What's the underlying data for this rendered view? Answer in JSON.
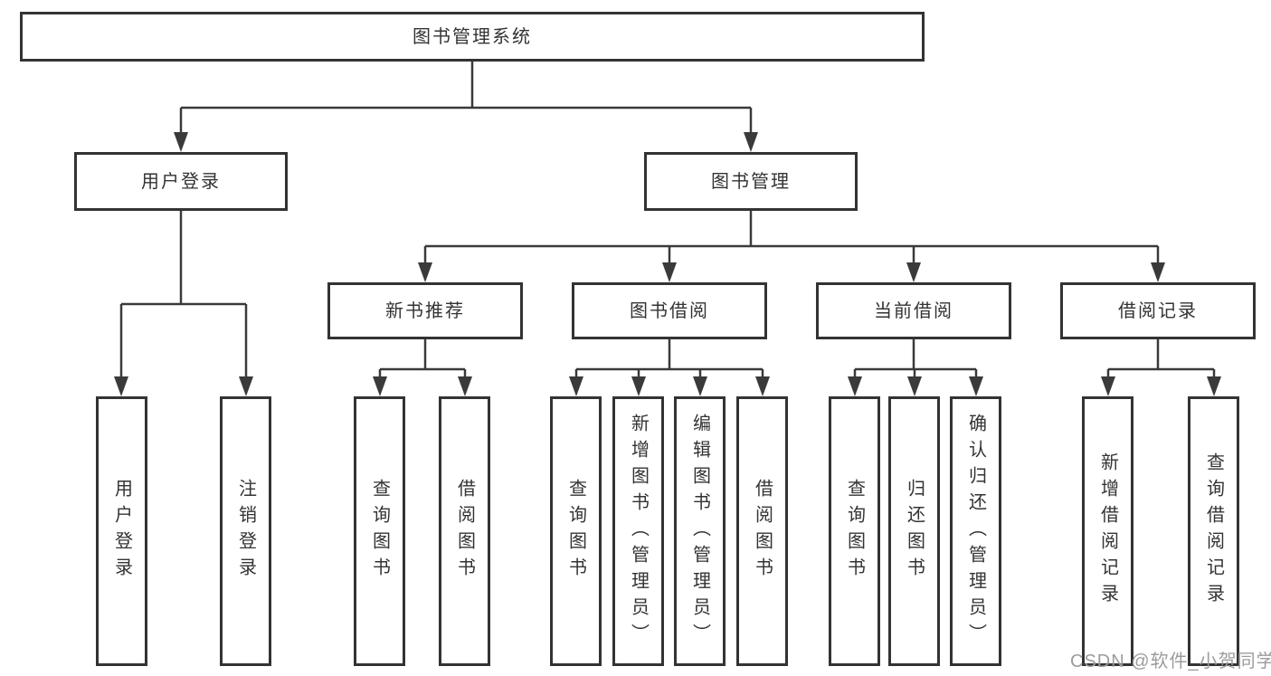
{
  "diagram": {
    "title": "图书管理系统",
    "type": "hierarchy-functional-structure",
    "colors": {
      "line": "#3a3a3a",
      "box_border": "#333333",
      "text": "#333333",
      "background": "#ffffff",
      "watermark": "#9c9c9c"
    }
  },
  "tree": {
    "label": "图书管理系统",
    "children": [
      {
        "label": "用户登录",
        "children": [
          {
            "label": "用户登录"
          },
          {
            "label": "注销登录"
          }
        ]
      },
      {
        "label": "图书管理",
        "children": [
          {
            "label": "新书推荐",
            "children": [
              {
                "label": "查询图书"
              },
              {
                "label": "借阅图书"
              }
            ]
          },
          {
            "label": "图书借阅",
            "children": [
              {
                "label": "查询图书"
              },
              {
                "label": "新增图书（管理员）"
              },
              {
                "label": "编辑图书（管理员）"
              },
              {
                "label": "借阅图书"
              }
            ]
          },
          {
            "label": "当前借阅",
            "children": [
              {
                "label": "查询图书"
              },
              {
                "label": "归还图书"
              },
              {
                "label": "确认归还（管理员）"
              }
            ]
          },
          {
            "label": "借阅记录",
            "children": [
              {
                "label": "新增借阅记录"
              },
              {
                "label": "查询借阅记录"
              }
            ]
          }
        ]
      }
    ]
  },
  "watermark": {
    "text": "CSDN @软件_小贺同学"
  }
}
